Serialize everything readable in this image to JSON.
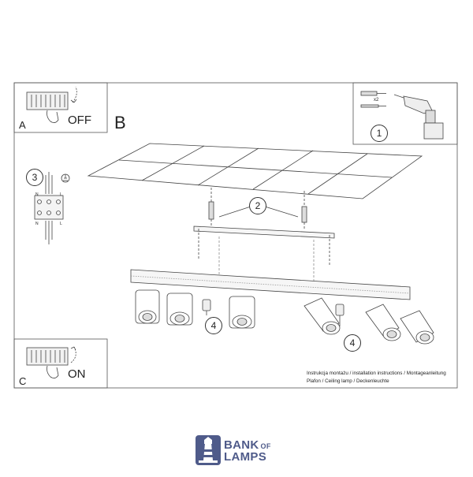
{
  "panels": {
    "panel_a": {
      "letter": "A",
      "switch_label": "OFF"
    },
    "panel_c": {
      "letter": "C",
      "switch_label": "ON"
    },
    "panel_b": {
      "letter": "B"
    },
    "tools": {
      "step_number": "1",
      "quantity": "x2"
    }
  },
  "wiring": {
    "step_number": "3",
    "terminal_top": [
      "N",
      "",
      "L"
    ],
    "terminal_bottom": [
      "N",
      "",
      "L"
    ]
  },
  "callouts": {
    "screws": "2",
    "bulb_left": "4",
    "bulb_right": "4"
  },
  "footer": {
    "line1": "Instrukcja montażu / installation instructions / Montageanleitung",
    "line2": "Plafon / Ceiling lamp / Deckenleuchte"
  },
  "brand": {
    "word1": "BANK",
    "word1_suffix": "OF",
    "word2": "LAMPS",
    "color": "#4f5b8a"
  }
}
